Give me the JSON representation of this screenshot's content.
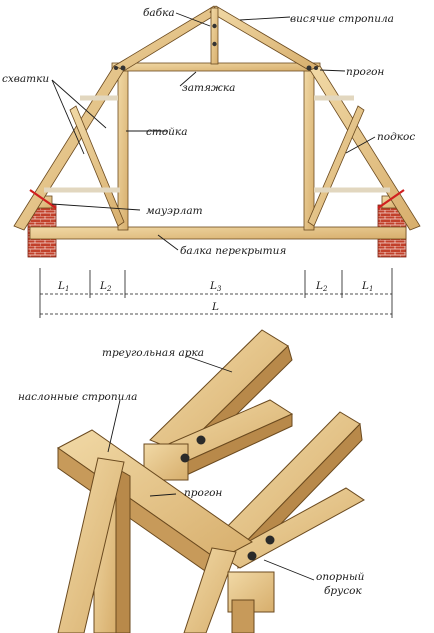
{
  "top_diagram": {
    "labels": {
      "babka": "бабка",
      "hanging_rafters": "висячие стропила",
      "skhvatki": "схватки",
      "zatyazhka": "затяжка",
      "progon": "прогон",
      "stoyka": "стойка",
      "podkos": "подкос",
      "mauerlat": "мауэрлат",
      "floor_beam": "балка перекрытия"
    },
    "dimensions": {
      "L1_left": "L1",
      "L2_left": "L2",
      "L3": "L3",
      "L2_right": "L2",
      "L1_right": "L1",
      "L_total": "L"
    }
  },
  "bottom_diagram": {
    "labels": {
      "triangular_arch": "треугольная арка",
      "sloped_rafters": "наслонные стропила",
      "progon": "прогон",
      "support_bar": "опорный брусок"
    }
  },
  "colors": {
    "wood": "#e8c98a",
    "wood_dark": "#b8894a",
    "wood_outline": "#6b4a1f",
    "brick": "#c2412b",
    "line": "#1a1a1a"
  }
}
